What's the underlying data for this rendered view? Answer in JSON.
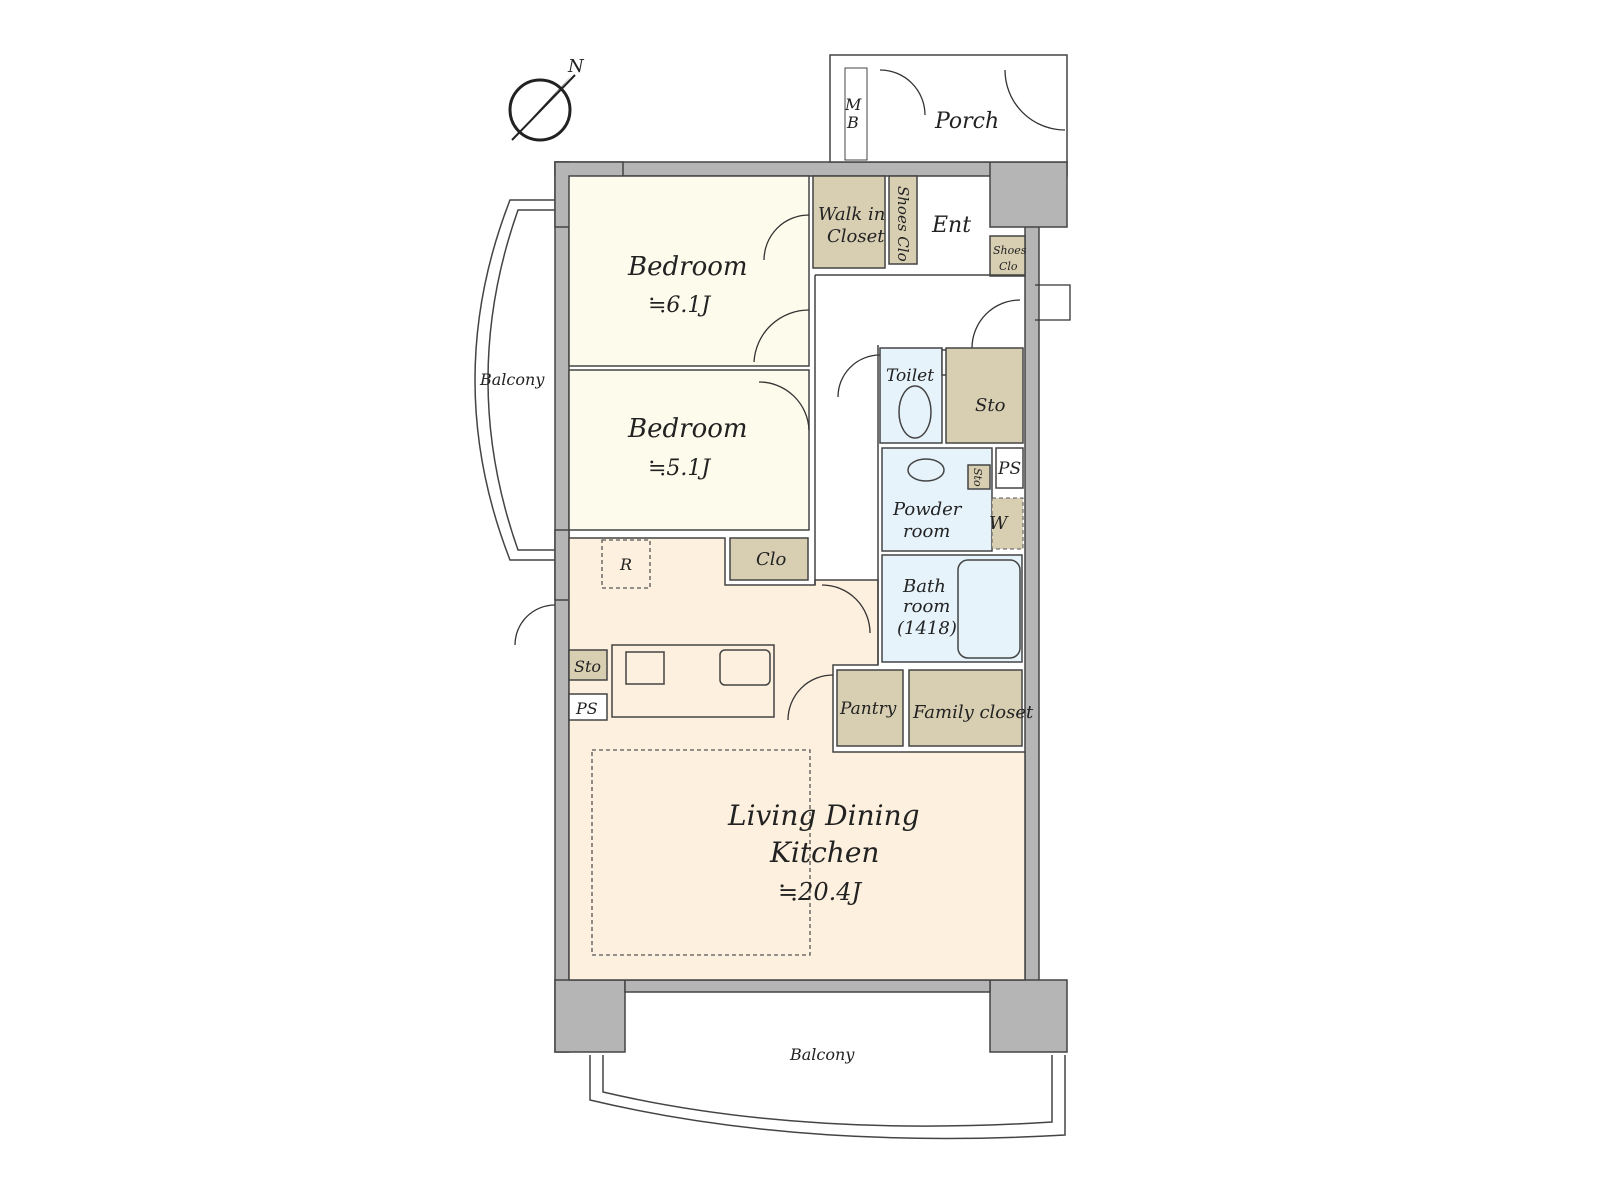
{
  "compass": {
    "label": "N"
  },
  "rooms": {
    "bedroom1": {
      "name": "Bedroom",
      "size": "≒6.1J"
    },
    "bedroom2": {
      "name": "Bedroom",
      "size": "≒5.1J"
    },
    "ldk": {
      "name_line1": "Living Dining",
      "name_line2": "Kitchen",
      "size": "≒20.4J"
    },
    "walk_in_closet": {
      "line1": "Walk in",
      "line2": "Closet"
    },
    "shoes_clo_1": "Shoes Clo",
    "shoes_clo_2": {
      "line1": "Shoes",
      "line2": "Clo"
    },
    "ent": "Ent",
    "porch": "Porch",
    "mb": {
      "line1": "M",
      "line2": "B"
    },
    "toilet": "Toilet",
    "sto_toilet": "Sto",
    "sto_small": "Sto",
    "ps_wet": "PS",
    "powder": {
      "line1": "Powder",
      "line2": "room"
    },
    "w": "W",
    "bath": {
      "line1": "Bath",
      "line2": "room",
      "line3": "(1418)"
    },
    "clo": "Clo",
    "r": "R",
    "sto_kitchen": "Sto",
    "ps_kitchen": "PS",
    "pantry": "Pantry",
    "family_closet": "Family closet",
    "balcony_west": "Balcony",
    "balcony_south": "Balcony"
  }
}
